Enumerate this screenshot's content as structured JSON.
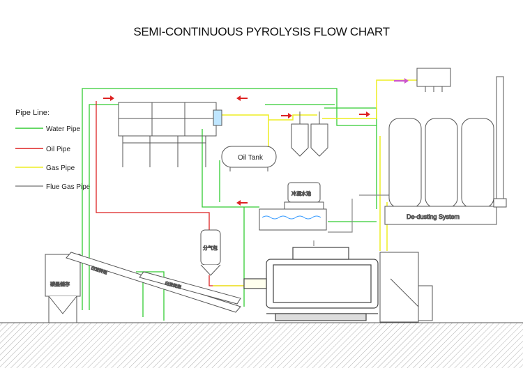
{
  "title": "SEMI-CONTINUOUS PYROLYSIS FLOW CHART",
  "legend": {
    "heading": "Pipe Line:",
    "items": [
      {
        "label": "Water Pipe",
        "color": "#33cc33"
      },
      {
        "label": "Oil Pipe",
        "color": "#dd2222"
      },
      {
        "label": "Gas Pipe",
        "color": "#eeee22"
      },
      {
        "label": "Flue Gas Pipe",
        "color": "#888888"
      }
    ]
  },
  "equipment_labels": {
    "oil_tank": "Oil Tank",
    "dedusting": "De-dusting System",
    "separator": "分气包",
    "silo": "碳黑储存",
    "conveyor1": "出渣传送",
    "conveyor2": "出渣传送",
    "water_seal": "冷凝水池"
  },
  "colors": {
    "water": "#33cc33",
    "oil": "#dd2222",
    "gas": "#eeee22",
    "flue": "#888888",
    "arrow_pink": "#cc55cc"
  }
}
